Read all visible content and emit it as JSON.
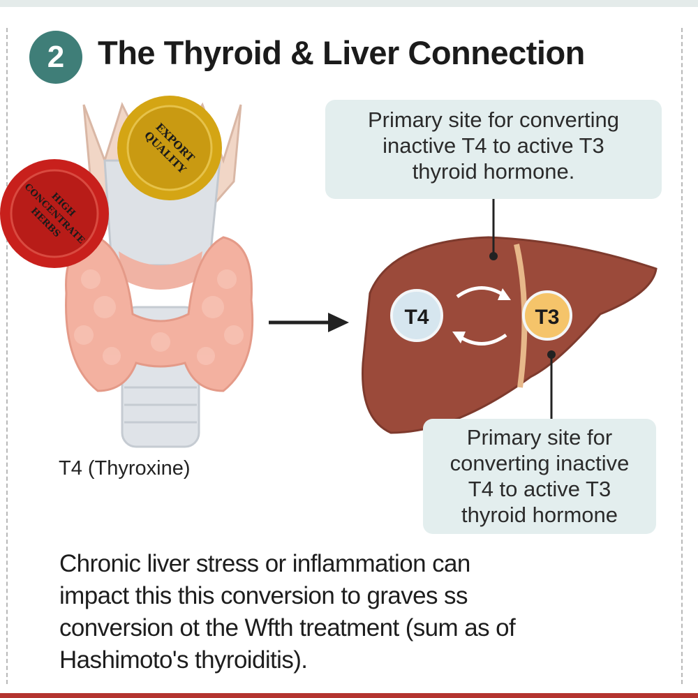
{
  "header": {
    "step_number": "2",
    "title": "The Thyroid & Liver Connection"
  },
  "seals": [
    {
      "name": "gold-seal",
      "lines": [
        "EXPORT",
        "QUALITY"
      ],
      "color": "#d4a514"
    },
    {
      "name": "red-seal",
      "lines": [
        "HIGH",
        "CONCENTRATE",
        "HERBS"
      ],
      "color": "#c8201c"
    }
  ],
  "thyroid": {
    "label": "T4 (Thyroxine)"
  },
  "liver": {
    "t4_badge": "T4",
    "t3_badge": "T3"
  },
  "callouts": {
    "top": [
      "Primary site for converting",
      "inactive T4 to active T3",
      "thyroid hormone."
    ],
    "bottom": [
      "Primary site for",
      "converting inactive",
      "T4 to active T3",
      "thyroid hormone"
    ]
  },
  "paragraph": [
    "Chronic liver stress or inflammation can",
    "impact this this conversion to graves ss",
    "conversion ot the Wfth treatment (sum as of",
    "Hashimoto's thyroiditis)."
  ],
  "colors": {
    "accent": "#3f7e78",
    "liver": "#9b4a3a",
    "callout_bg": "#e3eeee",
    "t4": "#d6e6ef",
    "t3": "#f5c46a",
    "bottom_bar": "#b4342f"
  }
}
